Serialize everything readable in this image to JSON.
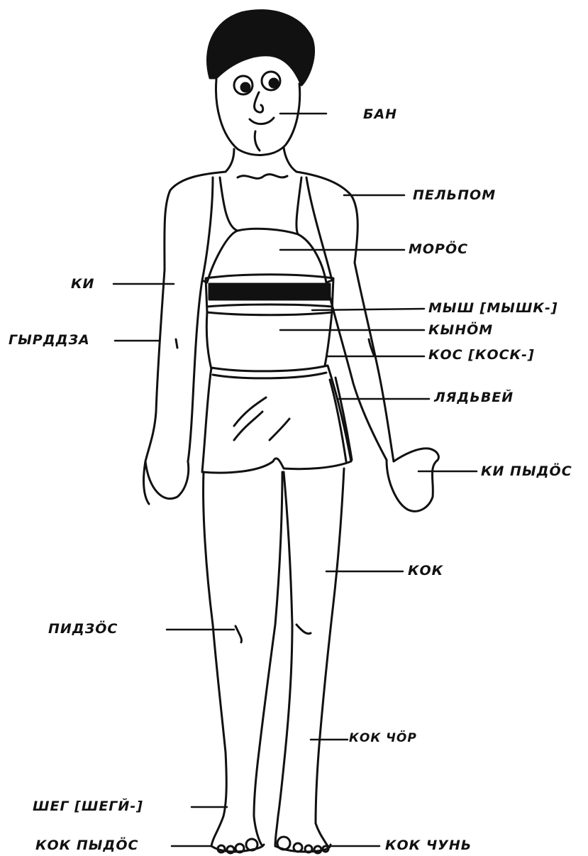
{
  "labels": {
    "head": "БАН",
    "shoulder": "ПЕЛЬПОМ",
    "chest": "МОРÖС",
    "back": "МЫШ [МЫШК-]",
    "belly": "КЫНÖМ",
    "waist": "КОС [КОСК-]",
    "hip": "ЛЯДЬВЕЙ",
    "palm": "КИ ПЫДÖС",
    "leg": "КОК",
    "shin": "КОК ЧÖР",
    "toes": "КОК ЧУНЬ",
    "arm": "КИ",
    "elbow": "ГЫРДДЗА",
    "knee": "ПИДЗÖС",
    "ankle": "ШЕГ [ШЕГЙ-]",
    "sole": "КОК ПЫДÖС"
  }
}
